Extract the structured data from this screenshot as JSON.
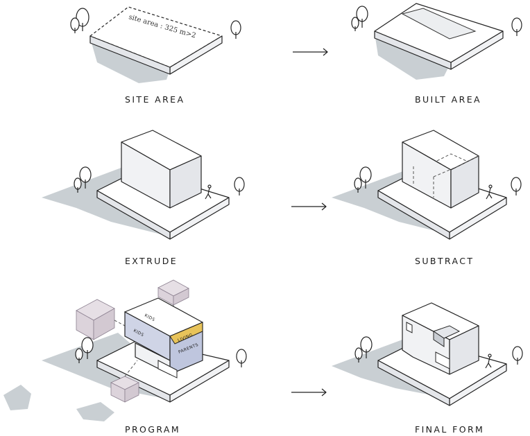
{
  "panels": {
    "site_area": {
      "label": "SITE AREA",
      "note": "site area : 325 m>2"
    },
    "built_area": {
      "label": "BUILT AREA"
    },
    "extrude": {
      "label": "EXTRUDE"
    },
    "subtract": {
      "label": "SUBTRACT"
    },
    "program": {
      "label": "PROGRAM",
      "zones": [
        "KIDS",
        "KIDS",
        "LIVING",
        "PARENTS"
      ]
    },
    "final_form": {
      "label": "FINAL FORM"
    }
  },
  "colors": {
    "shadow": "#c9cfd3",
    "program_volume": "#cfd4e6",
    "program_highlight": "#e8c35a",
    "ghost_volume": "#dcd3db"
  }
}
